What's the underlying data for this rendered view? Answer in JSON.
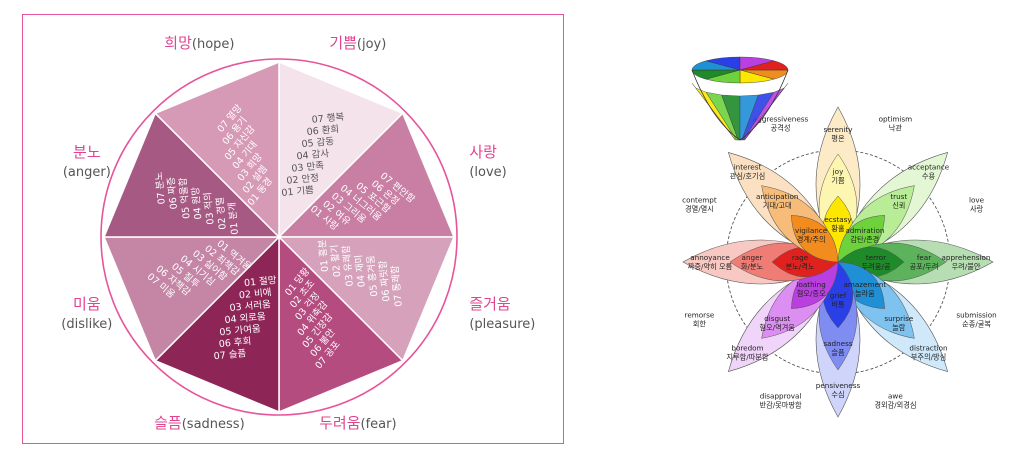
{
  "wheel": {
    "sectors": [
      {
        "key": "joy",
        "ko": "기쁨",
        "en": "(joy)",
        "color": "#f5e3ec",
        "text_color": "#555555",
        "items": [
          "07 행복",
          "06 환희",
          "05 감동",
          "04 감사",
          "03 만족",
          "02 안정",
          "01 기쁨"
        ]
      },
      {
        "key": "love",
        "ko": "사랑",
        "en": "(love)",
        "color": "#c97fa3",
        "text_color": "#ffffff",
        "items": [
          "07 편안함",
          "06 온정",
          "05 포근함",
          "04 너그러움",
          "03 그리움",
          "02 여유",
          "01 사랑"
        ]
      },
      {
        "key": "pleasure",
        "ko": "즐거움",
        "en": "(pleasure)",
        "color": "#d6a2bb",
        "text_color": "#ffffff",
        "items": [
          "07 통쾌함",
          "06 짜릿함",
          "05 흥겨움",
          "04 재미",
          "03 유쾌함",
          "02 활기",
          "01 흥분"
        ]
      },
      {
        "key": "fear",
        "ko": "두려움",
        "en": "(fear)",
        "color": "#b44c7f",
        "text_color": "#ffffff",
        "items": [
          "07 공포",
          "06 불안",
          "05 긴장감",
          "04 위축감",
          "03 걱정",
          "02 초조",
          "01 당황"
        ]
      },
      {
        "key": "sadness",
        "ko": "슬픔",
        "en": "(sadness)",
        "color": "#8e2557",
        "text_color": "#ffffff",
        "items": [
          "07 슬픔",
          "06 후회",
          "05 가여움",
          "04 외로움",
          "03 서러움",
          "02 비애",
          "01 절망"
        ]
      },
      {
        "key": "dislike",
        "ko": "미움",
        "en": "(dislike)",
        "color": "#c585a5",
        "text_color": "#ffffff",
        "items": [
          "07 미움",
          "06 자책감",
          "05 질투",
          "04 시기심",
          "03 싫어함",
          "02 죄책감",
          "01 역겨움"
        ]
      },
      {
        "key": "anger",
        "ko": "분노",
        "en": "(anger)",
        "color": "#a65a83",
        "text_color": "#ffffff",
        "items": [
          "07 분노",
          "06 짜증",
          "05 억울함",
          "04 원망",
          "03 적의",
          "02 경멸",
          "01 분개"
        ]
      },
      {
        "key": "hope",
        "ko": "희망",
        "en": "(hope)",
        "color": "#d79ab6",
        "text_color": "#ffffff",
        "items": [
          "07 열망",
          "06 용기",
          "05 자신감",
          "04 기대",
          "03 희망",
          "02 설렘",
          "01 동경"
        ]
      }
    ]
  },
  "plutchik": {
    "petals": [
      {
        "key": "joy",
        "color": "#fde600",
        "light": "#fdf6b0",
        "outer": "#fdebc8",
        "inner_label": "ecstasy",
        "inner_ko": "황홀",
        "mid_label": "joy",
        "mid_ko": "기쁨",
        "outer_label": "serenity",
        "outer_ko": "평온"
      },
      {
        "key": "trust",
        "color": "#6dd23c",
        "light": "#b9ec96",
        "outer": "#e3f7d4",
        "inner_label": "admiration",
        "inner_ko": "감탄/존경",
        "mid_label": "trust",
        "mid_ko": "신뢰",
        "outer_label": "acceptance",
        "outer_ko": "수용"
      },
      {
        "key": "fear",
        "color": "#1f8a2a",
        "light": "#5cb35c",
        "outer": "#b7deb3",
        "inner_label": "terror",
        "inner_ko": "두려움/공",
        "mid_label": "fear",
        "mid_ko": "공포/두려",
        "outer_label": "apprehension",
        "outer_ko": "우려/불안"
      },
      {
        "key": "surprise",
        "color": "#1f8fd6",
        "light": "#7ec3ef",
        "outer": "#cfe8fa",
        "inner_label": "amazement",
        "inner_ko": "놀라움",
        "mid_label": "surprise",
        "mid_ko": "놀람",
        "outer_label": "distraction",
        "outer_ko": "부주의/방심"
      },
      {
        "key": "sadness",
        "color": "#2a3fe6",
        "light": "#7f8cf2",
        "outer": "#cfd4fb",
        "inner_label": "grief",
        "inner_ko": "비통",
        "mid_label": "sadness",
        "mid_ko": "슬픔",
        "outer_label": "pensiveness",
        "outer_ko": "수심"
      },
      {
        "key": "disgust",
        "color": "#b93fe0",
        "light": "#dd8ef2",
        "outer": "#f1d4fa",
        "inner_label": "loathing",
        "inner_ko": "혐오/증오",
        "mid_label": "disgust",
        "mid_ko": "혐오/역겨움",
        "outer_label": "boredom",
        "outer_ko": "지루함/따분함"
      },
      {
        "key": "anger",
        "color": "#e0221f",
        "light": "#f07d75",
        "outer": "#f8c8c2",
        "inner_label": "rage",
        "inner_ko": "분노/격노",
        "mid_label": "anger",
        "mid_ko": "화/분노",
        "outer_label": "annoyance",
        "outer_ko": "짜증/약히 오름"
      },
      {
        "key": "anticipation",
        "color": "#f28c1f",
        "light": "#f7bc79",
        "outer": "#fbe0c2",
        "inner_label": "vigilance",
        "inner_ko": "경계/주의",
        "mid_label": "anticipation",
        "mid_ko": "기대/고대",
        "outer_label": "interest",
        "outer_ko": "관심/호기심"
      }
    ],
    "dyads": [
      {
        "en": "optimism",
        "ko": "낙관"
      },
      {
        "en": "love",
        "ko": "사랑"
      },
      {
        "en": "submission",
        "ko": "순종/굴복"
      },
      {
        "en": "awe",
        "ko": "경외감/외경심"
      },
      {
        "en": "disapproval",
        "ko": "반감/못마땅함"
      },
      {
        "en": "remorse",
        "ko": "회한"
      },
      {
        "en": "contempt",
        "ko": "경멸/멸시"
      },
      {
        "en": "aggressiveness",
        "ko": "공격성"
      }
    ]
  }
}
